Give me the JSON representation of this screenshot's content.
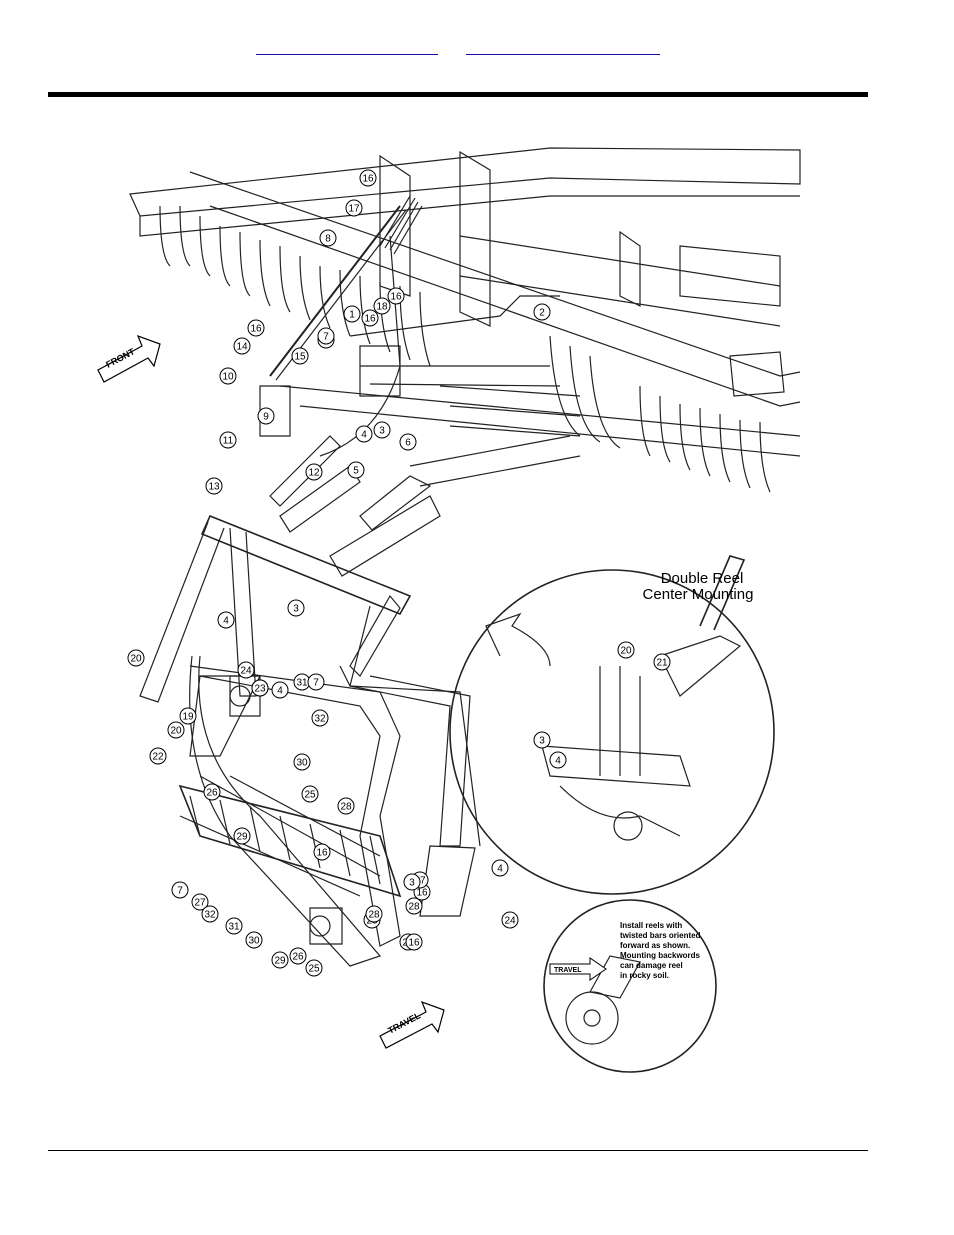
{
  "header": {
    "links": [
      {
        "text": ""
      },
      {
        "text": ""
      }
    ]
  },
  "diagram": {
    "inset_title_line1": "Double Reel",
    "inset_title_line2": "Center Mounting",
    "front_label": "FRONT",
    "travel_label": "TRAVEL",
    "inset_travel_label": "TRAVEL",
    "note_lines": [
      "Install reels with",
      "twisted bars oriented",
      "forward as shown.",
      "Mounting backwords",
      "can damage reel",
      "in rocky soil."
    ],
    "callouts": [
      "16",
      "17",
      "8",
      "7",
      "16",
      "18",
      "16",
      "2",
      "1",
      "7",
      "16",
      "14",
      "15",
      "10",
      "9",
      "4",
      "3",
      "6",
      "11",
      "5",
      "13",
      "12",
      "4",
      "3",
      "20",
      "19",
      "20",
      "22",
      "25",
      "26",
      "29",
      "30",
      "24",
      "3",
      "4",
      "31",
      "32",
      "28",
      "16",
      "28",
      "27",
      "7",
      "23",
      "16",
      "28",
      "3",
      "4",
      "22",
      "7",
      "27",
      "32",
      "31",
      "30",
      "29",
      "26",
      "25",
      "28",
      "16",
      "24",
      "20",
      "21",
      "3",
      "4"
    ]
  },
  "colors": {
    "ink": "#000000",
    "link": "#1a0dab",
    "background": "#ffffff"
  }
}
